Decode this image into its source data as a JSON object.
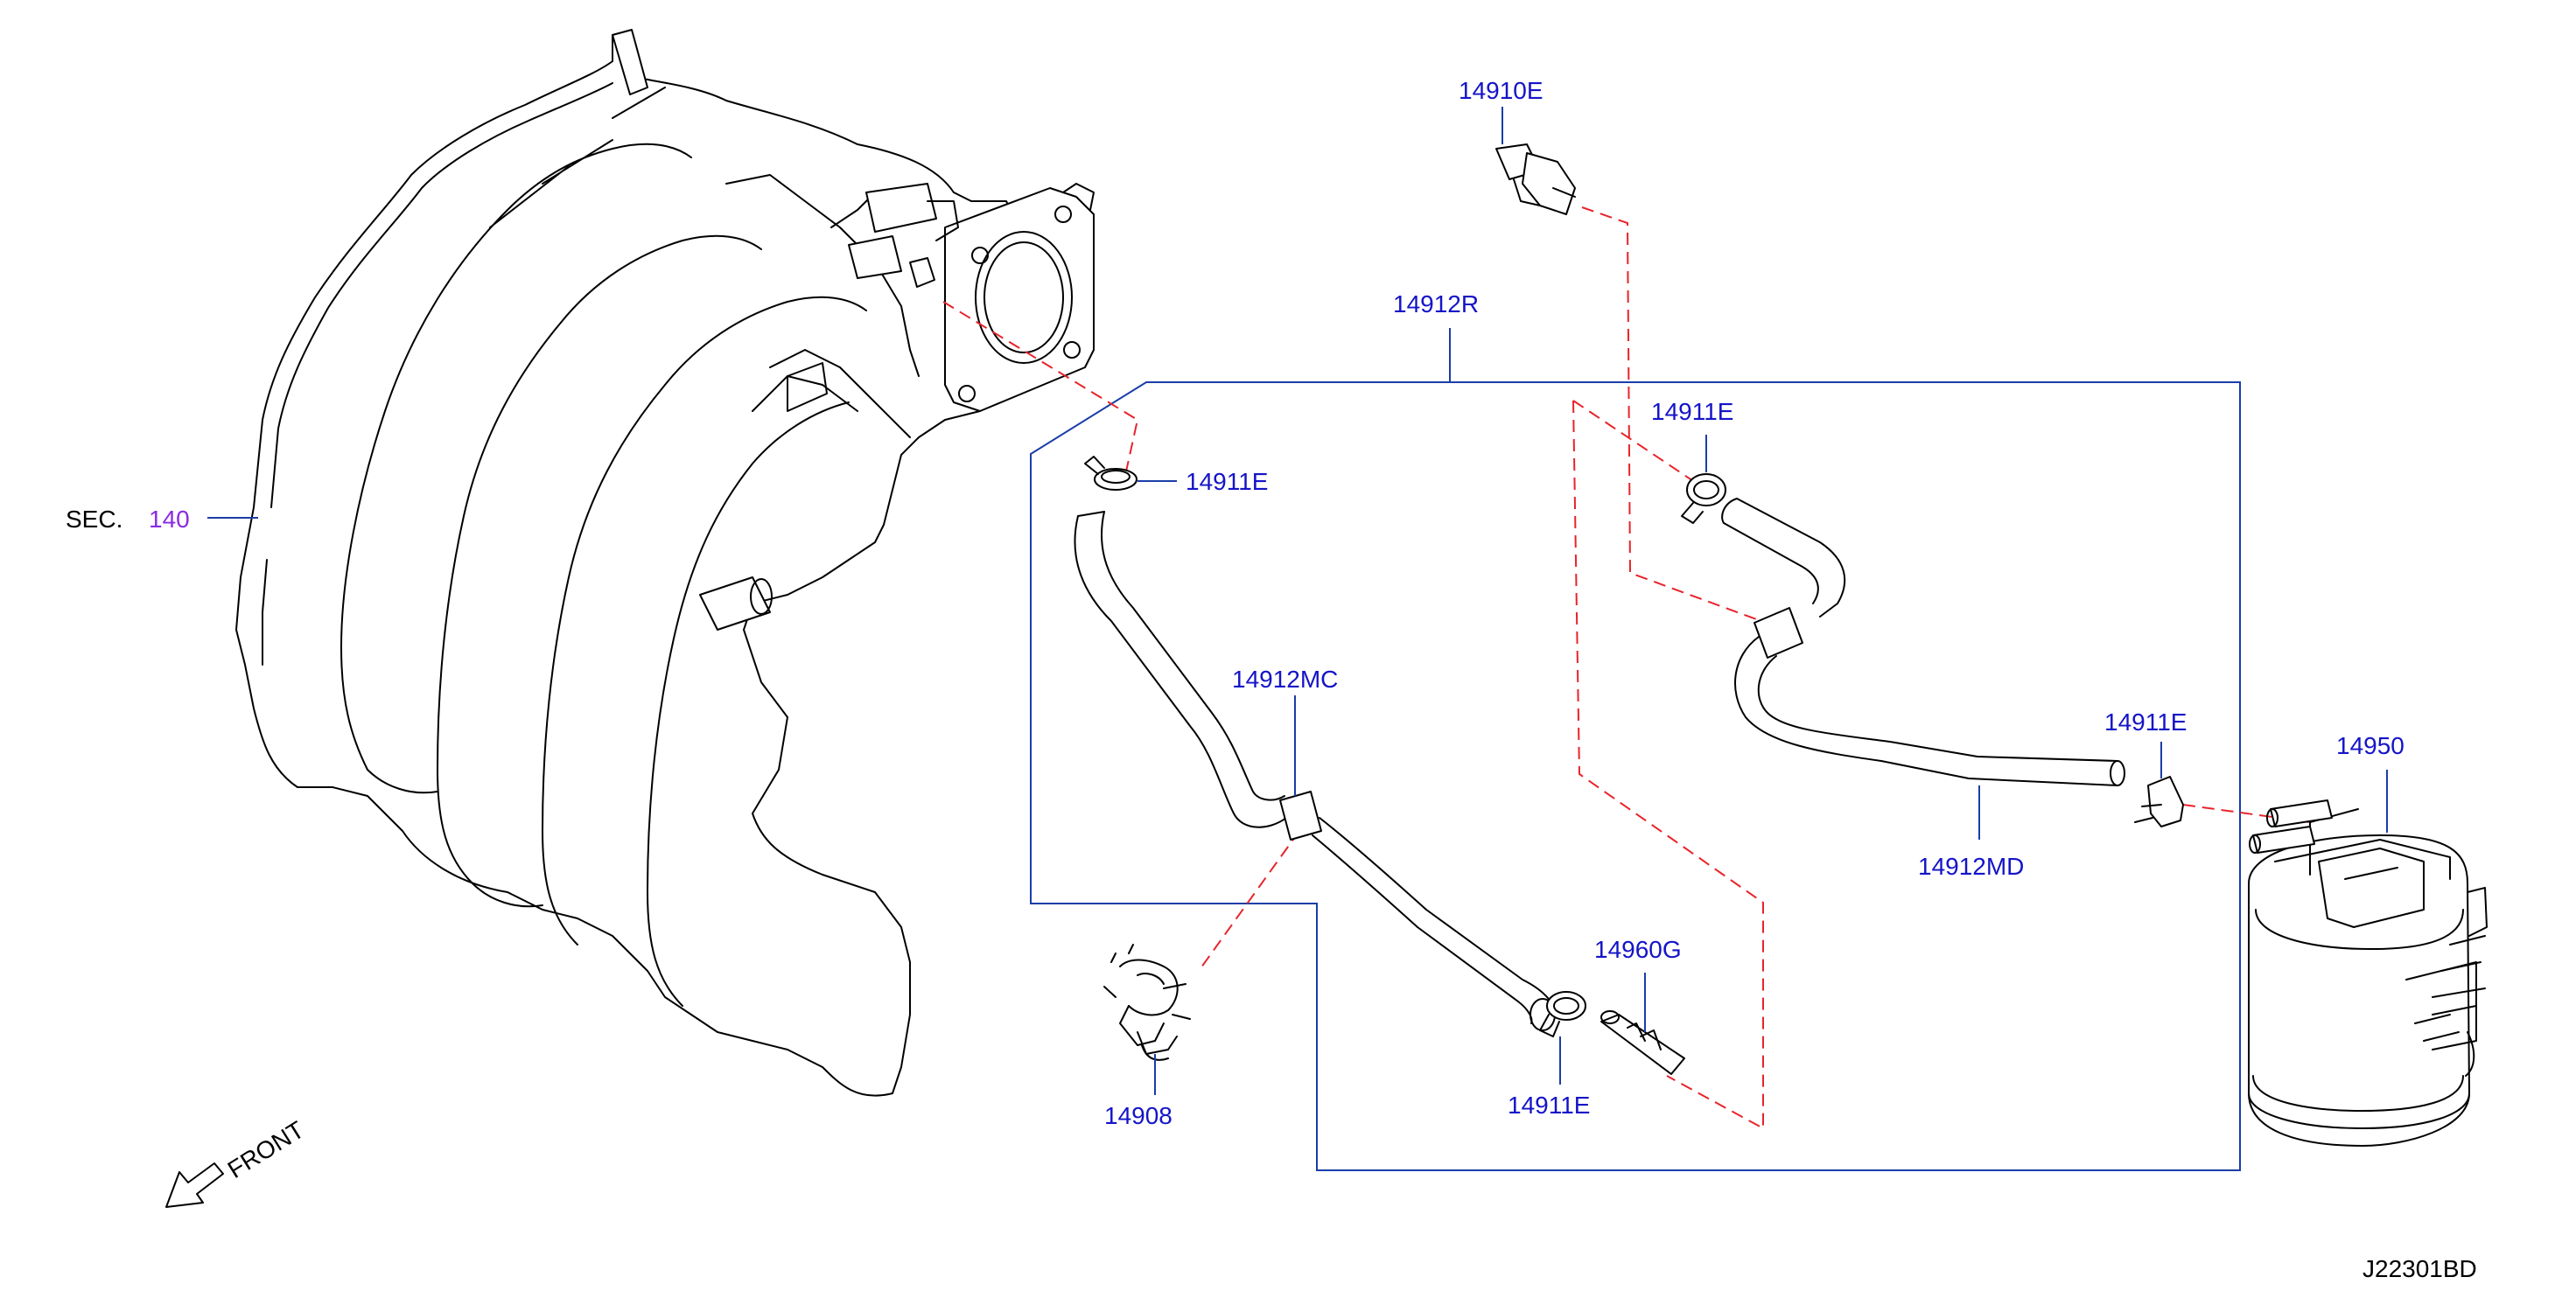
{
  "labels": {
    "sec_prefix": "SEC.",
    "sec_number": "140",
    "p14910E": "14910E",
    "p14912R": "14912R",
    "p14911E_a": "14911E",
    "p14911E_b": "14911E",
    "p14911E_c": "14911E",
    "p14911E_d": "14911E",
    "p14912MC": "14912MC",
    "p14912MD": "14912MD",
    "p14950": "14950",
    "p14960G": "14960G",
    "p14908": "14908",
    "front": "FRONT",
    "diagram_code": "J22301BD"
  },
  "colors": {
    "label_blue": "#1414c8",
    "frame_blue": "#1a3ea8",
    "dash_red": "#e8232a",
    "sec_purple": "#8a2be2"
  }
}
